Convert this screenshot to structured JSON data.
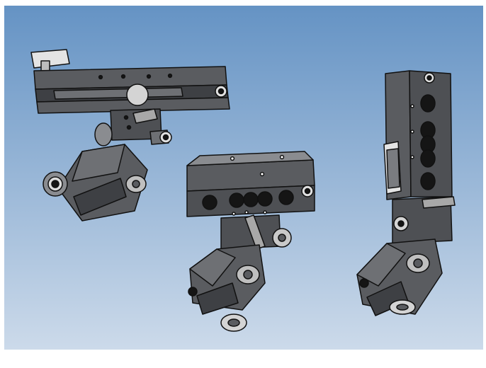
{
  "image": {
    "description_name": "three-clamp-assemblies-illustration",
    "background": {
      "top": "#6593c4",
      "bottom": "#ccdaea"
    },
    "colors": {
      "metal": "#5a5c60",
      "metal_dark": "#3e4044",
      "metal_light": "#8a8c90",
      "outline": "#111111",
      "hole": "#151515",
      "knob": "#e4e4e4",
      "screw": "#d8d8d8"
    }
  },
  "objects": [
    {
      "name": "horizontal-clamp-assembly"
    },
    {
      "name": "compact-clamp-assembly"
    },
    {
      "name": "vertical-clamp-assembly"
    }
  ]
}
